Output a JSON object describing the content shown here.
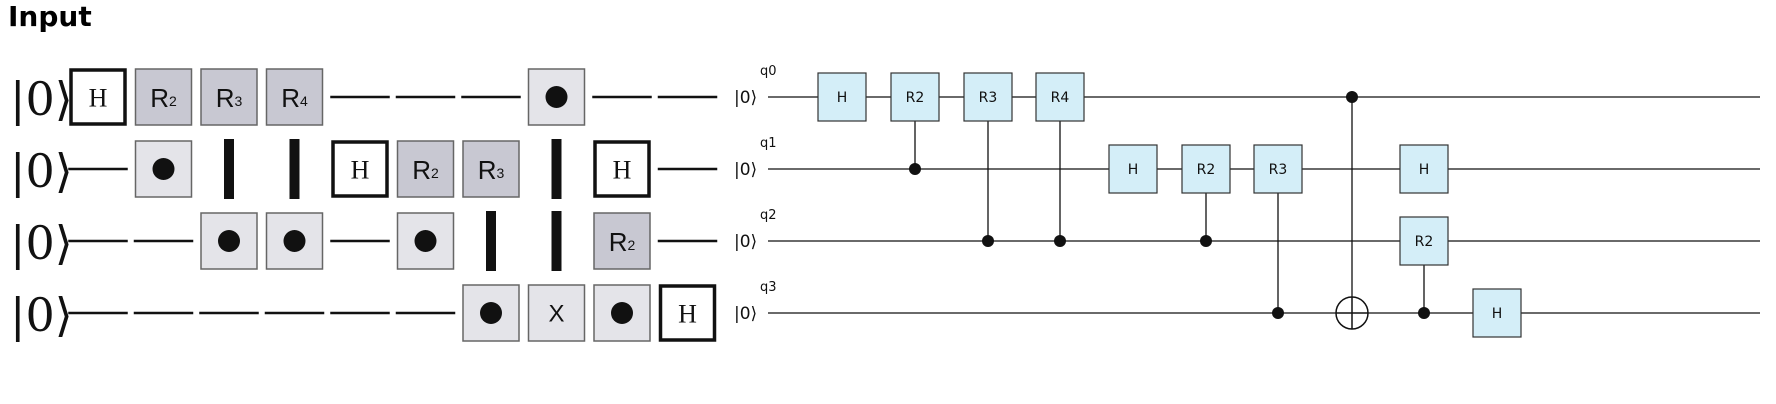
{
  "page": {
    "title": "Input"
  },
  "left_diagram": {
    "ket": "|0⟩",
    "rows": [
      [
        "H",
        "R2",
        "R3",
        "R4",
        "wire",
        "wire",
        "wire",
        "ctrl",
        "wire",
        "wire"
      ],
      [
        "wire",
        "ctrl",
        "link",
        "link",
        "H",
        "R2",
        "R3",
        "link",
        "H",
        "wire"
      ],
      [
        "wire",
        "wire",
        "ctrl",
        "ctrl",
        "wire",
        "ctrl",
        "link",
        "link",
        "R2",
        "wire"
      ],
      [
        "wire",
        "wire",
        "wire",
        "wire",
        "wire",
        "wire",
        "ctrl",
        "X",
        "ctrl",
        "H"
      ]
    ]
  },
  "right_diagram": {
    "ket": "|0⟩",
    "qubits": [
      "q0",
      "q1",
      "q2",
      "q3"
    ],
    "gates": [
      {
        "label": "H",
        "target": 0,
        "col": 0
      },
      {
        "label": "R2",
        "target": 0,
        "control": 1,
        "col": 1
      },
      {
        "label": "R3",
        "target": 0,
        "control": 2,
        "col": 2
      },
      {
        "label": "R4",
        "target": 0,
        "control": 2,
        "col": 3
      },
      {
        "label": "H",
        "target": 1,
        "col": 4
      },
      {
        "label": "R2",
        "target": 1,
        "control": 2,
        "col": 5
      },
      {
        "label": "R3",
        "target": 1,
        "control": 3,
        "col": 6
      },
      {
        "label": "X",
        "target": 3,
        "control": 0,
        "col": 7,
        "style": "oplus"
      },
      {
        "label": "H",
        "target": 1,
        "col": 8
      },
      {
        "label": "R2",
        "target": 2,
        "control": 3,
        "col": 8
      },
      {
        "label": "H",
        "target": 3,
        "col": 9
      }
    ]
  }
}
